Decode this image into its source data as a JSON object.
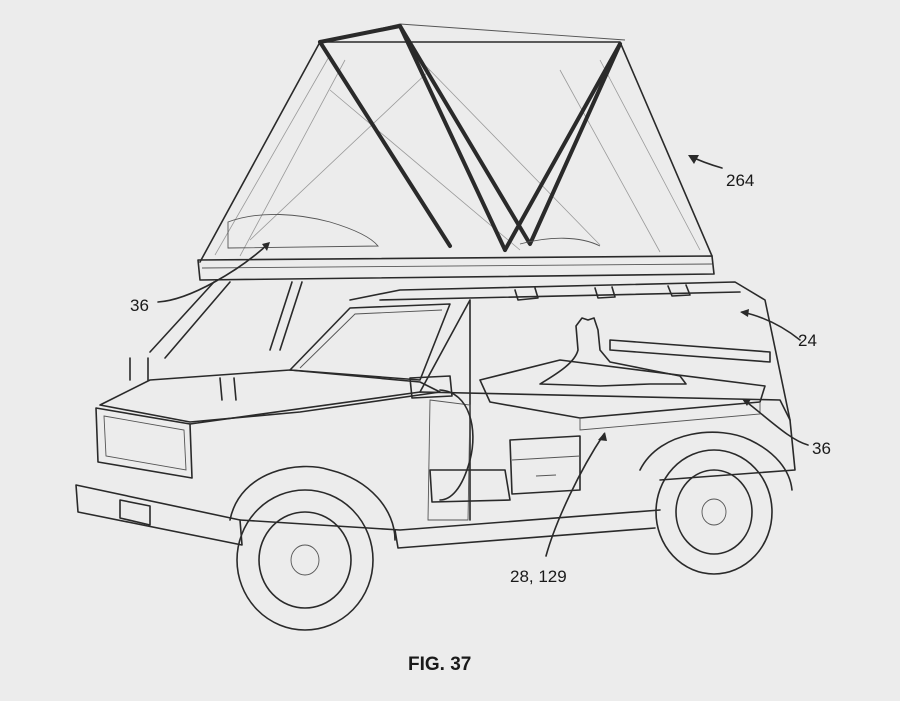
{
  "labels": {
    "tent": "264",
    "rack_left": "36",
    "rack_right": "36",
    "cargo": "24",
    "drawer": "28, 129"
  },
  "caption": "FIG. 37"
}
